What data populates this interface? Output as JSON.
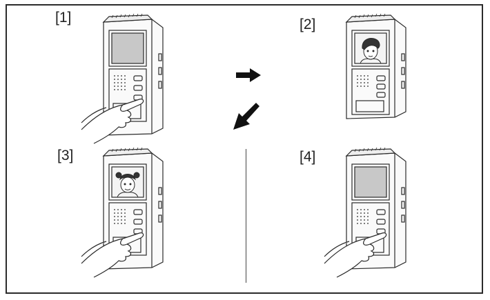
{
  "steps": [
    {
      "label": "[1]",
      "screen": "off",
      "hand": "pressing"
    },
    {
      "label": "[2]",
      "screen": "visitor-man",
      "hand": "none"
    },
    {
      "label": "[3]",
      "screen": "visitor-woman",
      "hand": "pressing"
    },
    {
      "label": "[4]",
      "screen": "off",
      "hand": "pressing"
    }
  ],
  "arrows": [
    {
      "name": "right-arrow",
      "direction": "right"
    },
    {
      "name": "down-left-arrow",
      "direction": "down-left"
    }
  ],
  "colors": {
    "line": "#2a2a2a",
    "screen_off": "#c8c8c8",
    "screen_on": "#f4f4f4",
    "device": "#fafafa"
  }
}
